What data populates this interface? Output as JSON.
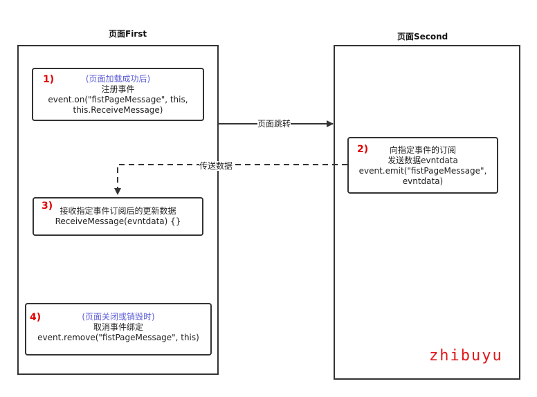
{
  "pages": {
    "first_title": "页面First",
    "second_title": "页面Second"
  },
  "step1": {
    "num": "1)",
    "note": "(页面加载成功后)",
    "line1": "注册事件",
    "line2": "event.on(\"fistPageMessage\", this,",
    "line3": "this.ReceiveMessage)"
  },
  "step2": {
    "num": "2)",
    "line1": "向指定事件的订阅",
    "line2": "发送数据evntdata",
    "line3": "event.emit(\"fistPageMessage\",",
    "line4": "evntdata)"
  },
  "step3": {
    "num": "3)",
    "line1": "接收指定事件订阅后的更新数据",
    "line2": "ReceiveMessage(evntdata) {}"
  },
  "step4": {
    "num": "4)",
    "note": "(页面关闭或销毁时)",
    "line1": "取消事件绑定",
    "line2": "event.remove(\"fistPageMessage\", this)"
  },
  "edges": {
    "jump_label": "页面跳转",
    "send_label": "传送数据"
  },
  "watermark": "zhibuyu",
  "colors": {
    "step_number": "#e00000",
    "note": "#5b5bd6",
    "watermark": "#e0181b"
  }
}
